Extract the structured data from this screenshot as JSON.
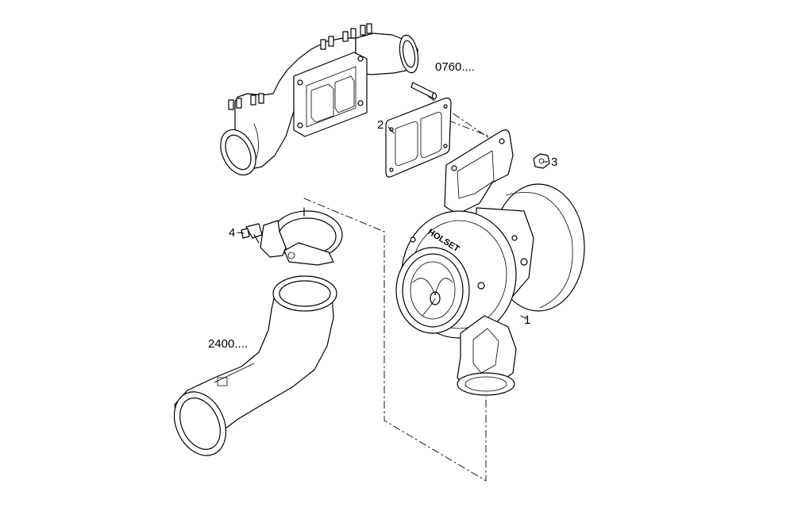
{
  "callouts": {
    "ref_0760": "0760....",
    "part_2": "2",
    "part_3": "3",
    "part_4": "4",
    "ref_2400": "2400....",
    "part_1": "1"
  },
  "branding": {
    "turbo_logo": "HOLSET"
  }
}
